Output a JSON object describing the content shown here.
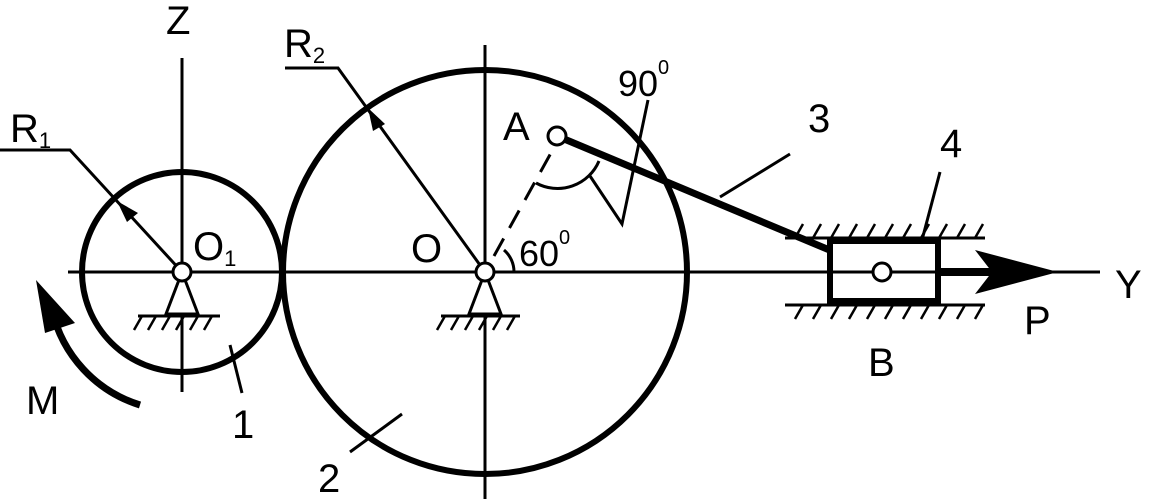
{
  "axes": {
    "z": "Z",
    "y": "Y"
  },
  "radii": {
    "r1": {
      "letter": "R",
      "index": "1"
    },
    "r2": {
      "letter": "R",
      "index": "2"
    }
  },
  "points": {
    "o1": {
      "letter": "O",
      "index": "1"
    },
    "o": "O",
    "a": "A",
    "b": "B"
  },
  "angles": {
    "a90": {
      "value": "90",
      "mark": "0"
    },
    "a60": {
      "value": "60",
      "mark": "0"
    }
  },
  "parts": {
    "p1": "1",
    "p2": "2",
    "p3": "3",
    "p4": "4"
  },
  "loads": {
    "moment": "M",
    "force": "P"
  },
  "colors": {
    "ink": "#000000",
    "paper": "#ffffff"
  }
}
